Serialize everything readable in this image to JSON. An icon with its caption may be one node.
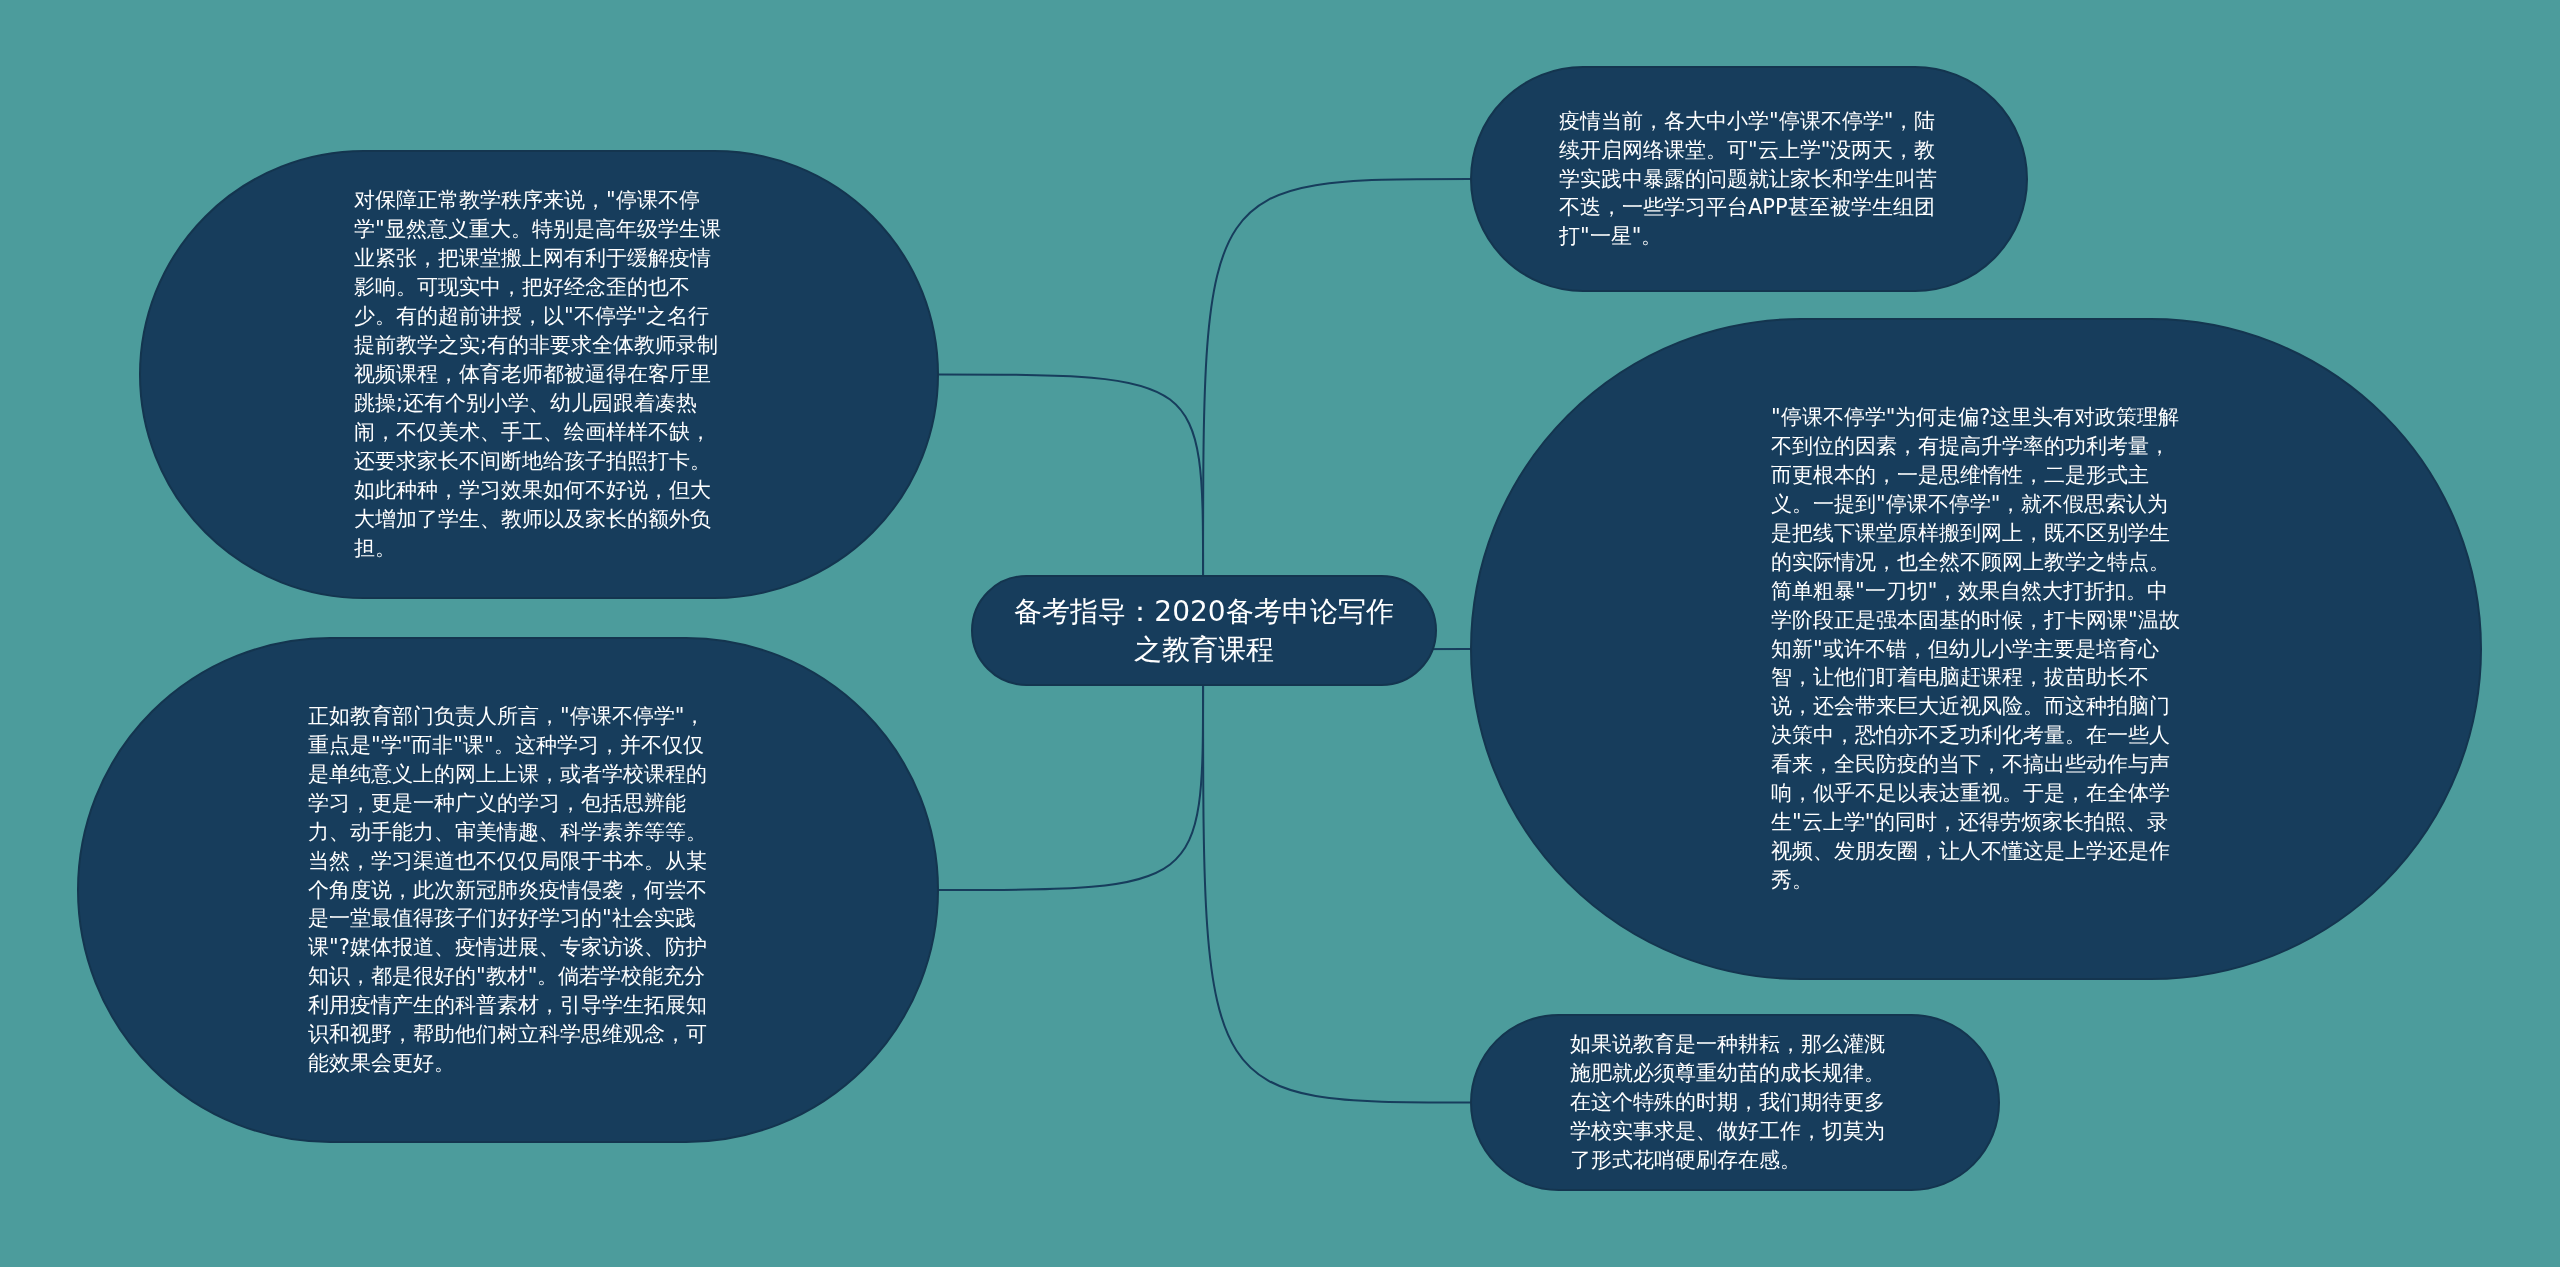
{
  "diagram": {
    "nodes": [
      {
        "text": [
          "备考指导：2020备考申论写作之教育课程"
        ]
      },
      {
        "text": [
          "对保障正常教学秩序来说，\"停课不停学\"显然意义重大。特别是高年级学生课业紧张，把课堂搬上网有利于缓解疫情影响。可现实中，把好经念歪的也不少。有的超前讲授，以\"不停学\"之名行提前教学之实;有的非要求全体教师录制视频课程，体育老师都被逼得在客厅里跳操;还有个别小学、幼儿园跟着凑热闹，不仅美术、手工、绘画样样不缺，还要求家长不间断地给孩子拍照打卡。如此种种，学习效果如何不好说，但大大增加了学生、教师以及家长的额外负担。"
        ]
      },
      {
        "text": [
          "正如教育部门负责人所言，\"停课不停学\"，重点是\"学\"而非\"课\"。这种学习，并不仅仅是单纯意义上的网上上课，或者学校课程的学习，更是一种广义的学习，包括思辨能力、动手能力、审美情趣、科学素养等等。当然，学习渠道也不仅仅局限于书本。从某个角度说，此次新冠肺炎疫情侵袭，何尝不是一堂最值得孩子们好好学习的\"社会实践课\"?媒体报道、疫情进展、专家访谈、防护知识，都是很好的\"教材\"。倘若学校能充分利用疫情产生的科普素材，引导学生拓展知识和视野，帮助他们树立科学思维观念，可能效果会更好。"
        ]
      },
      {
        "text": [
          "疫情当前，各大中小学\"停课不停学\"，陆续开启网络课堂。可\"云上学\"没两天，教学实践中暴露的问题就让家长和学生叫苦不迭，一些学习平台APP甚至被学生组团打\"一星\"。"
        ]
      },
      {
        "text": [
          "\"停课不停学\"为何走偏?这里头有对政策理解不到位的因素，有提高升学率的功利考量，而更根本的，一是思维惰性，二是形式主义。一提到\"停课不停学\"，就不假思索认为是把线下课堂原样搬到网上，既不区别学生的实际情况，也全然不顾网上教学之特点。简单粗暴\"一刀切\"，效果自然大打折扣。中学阶段正是强本固基的时候，打卡网课\"温故知新\"或许不错，但幼儿小学主要是培育心智，让他们盯着电脑赶课程，拔苗助长不说，还会带来巨大近视风险。而这种拍脑门决策中，恐怕亦不乏功利化考量。在一些人看来，全民防疫的当下，不搞出些动作与声响，似乎不足以表达重视。于是，在全体学生\"云上学\"的同时，还得劳烦家长拍照、录视频、发朋友圈，让人不懂这是上学还是作秀。"
        ]
      },
      {
        "text": [
          "如果说教育是一种耕耘，那么灌溉施肥就必须尊重幼苗的成长规律。在这个特殊的时期，我们期待更多学校实事求是、做好工作，切莫为了形式花哨硬刷存在感。"
        ]
      }
    ],
    "edges": [
      {
        "from": 0,
        "to": 1,
        "arrow": "none"
      },
      {
        "from": 0,
        "to": 2,
        "arrow": "none"
      },
      {
        "from": 0,
        "to": 3,
        "arrow": "none"
      },
      {
        "from": 0,
        "to": 4,
        "arrow": "none"
      },
      {
        "from": 0,
        "to": 5,
        "arrow": "none"
      }
    ]
  }
}
